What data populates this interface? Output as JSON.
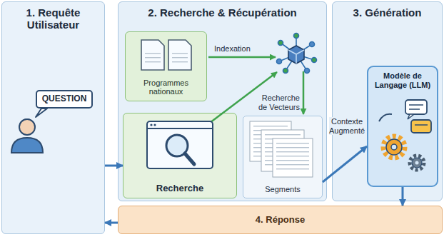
{
  "diagram": {
    "nodes": [
      {
        "text": [
          "1. Requête Utilisateur"
        ]
      },
      {
        "text": [
          "QUESTION"
        ],
        "in": 0
      },
      {
        "text": [
          "2. Recherche & Récupération"
        ]
      },
      {
        "text": [
          "Programmes nationaux"
        ],
        "in": 2
      },
      {
        "text": [
          "Recherche"
        ],
        "in": 2
      },
      {
        "text": [
          "Segments"
        ],
        "in": 2
      },
      {
        "text": [
          "3. Génération"
        ]
      },
      {
        "text": [
          "Modèle de Langage (LLM)"
        ],
        "in": 6
      },
      {
        "text": [
          "4. Réponse"
        ]
      }
    ],
    "edges": [
      {
        "from": 0,
        "to": 4,
        "arrow": "to"
      },
      {
        "from": 5,
        "to": 7,
        "label": "Contexte Augmenté",
        "arrow": "to"
      },
      {
        "from": 7,
        "to": 8,
        "arrow": "to"
      },
      {
        "from": 8,
        "to": 0,
        "arrow": "to"
      }
    ],
    "labels": [
      "Indexation",
      "Recherche de Vecteurs"
    ]
  }
}
